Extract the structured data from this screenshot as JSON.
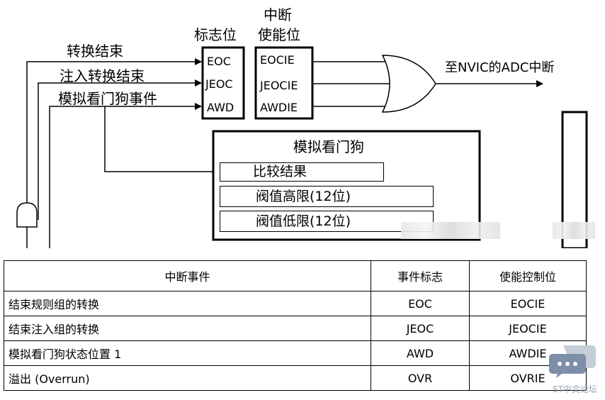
{
  "diagram": {
    "flag_header": "标志位",
    "enable_header_line1": "中断",
    "enable_header_line2": "使能位",
    "inputs": [
      "转换结束",
      "注入转换结束",
      "模拟看门狗事件"
    ],
    "flags": [
      "EOC",
      "JEOC",
      "AWD"
    ],
    "enables": [
      "EOCIE",
      "JEOCIE",
      "AWDIE"
    ],
    "output_label": "至NVIC的ADC中断",
    "watchdog_title": "模拟看门狗",
    "watchdog_rows": [
      "比较结果",
      "阀值高限(12位)",
      "阀值低限(12位)"
    ]
  },
  "table": {
    "headers": [
      "中断事件",
      "事件标志",
      "使能控制位"
    ],
    "rows": [
      [
        "结束规则组的转换",
        "EOC",
        "EOCIE"
      ],
      [
        "结束注入组的转换",
        "JEOC",
        "JEOCIE"
      ],
      [
        "模拟看门狗状态位置 1",
        "AWD",
        "AWDIE"
      ],
      [
        "溢出 (Overrun)",
        "OVR",
        "OVRIE"
      ]
    ]
  },
  "watermark": "ST中文论坛"
}
